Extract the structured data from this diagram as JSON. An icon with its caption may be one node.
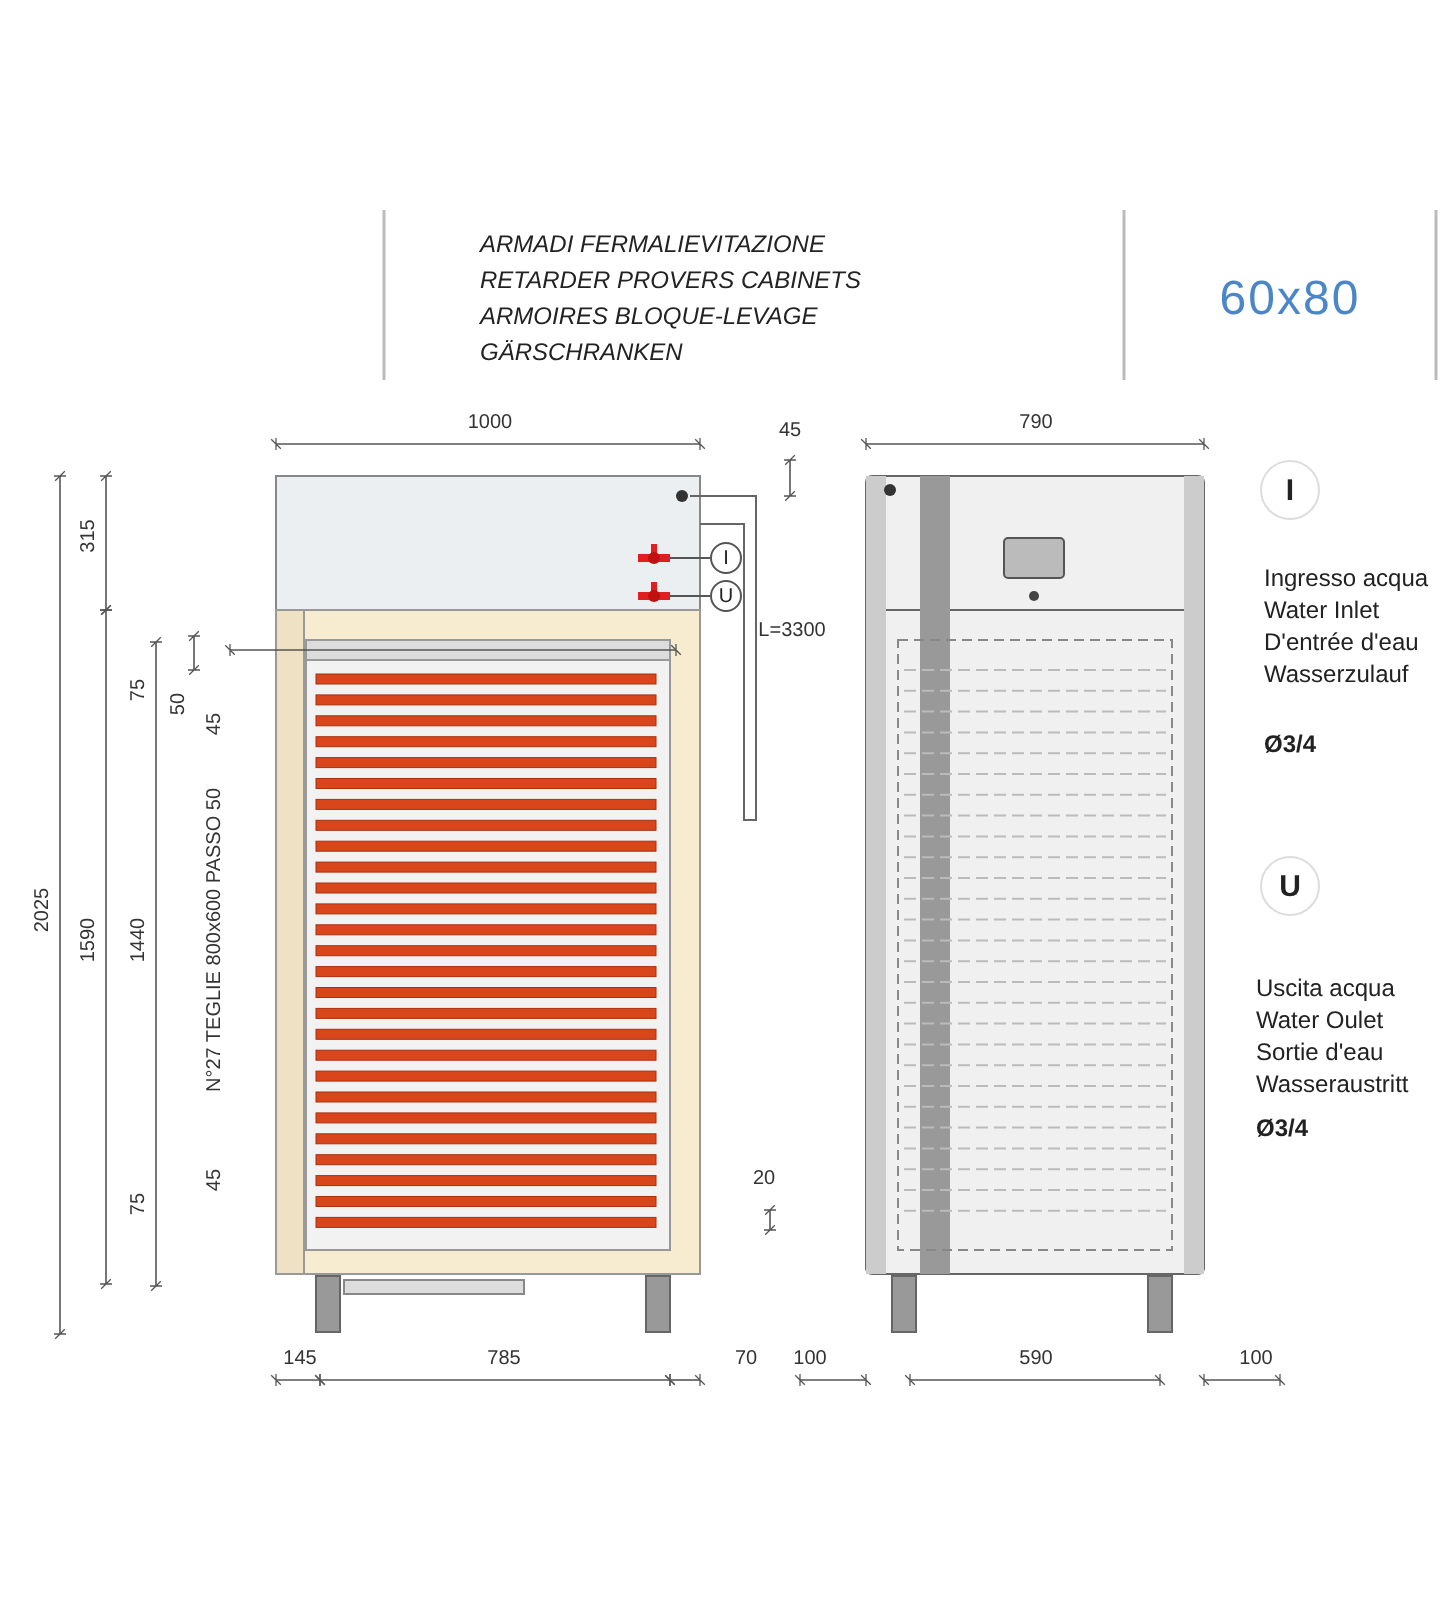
{
  "diagram": {
    "nodes": [
      {
        "text": [
          "I"
        ]
      },
      {
        "text": [],
        "shape": "picture"
      },
      {
        "text": [
          "U"
        ]
      },
      {
        "text": [],
        "shape": "picture"
      },
      {
        "text": [
          "I"
        ]
      },
      {
        "text": [
          "U"
        ]
      }
    ],
    "edges": [
      {
        "from": 0,
        "to": 1,
        "arrow": "none"
      },
      {
        "from": 2,
        "to": 3,
        "arrow": "none"
      }
    ],
    "labels": [
      "ARMADI FERMALIEVITAZIONE",
      "RETARDER PROVERS CABINETS",
      "ARMOIRES BLOQUE-LEVAGE",
      "GÄRSCHRANKEN",
      "60x80",
      "1000",
      "45",
      "790",
      "315",
      "L=3300",
      "75",
      "50",
      "45",
      "2025",
      "1590",
      "1440",
      "N°27 TEGLIE 800x600 PASSO 50",
      "45",
      "75",
      "20",
      "145",
      "785",
      "70",
      "100",
      "590",
      "100",
      "Ingresso acqua",
      "Water Inlet",
      "D'entrée d'eau",
      "Wasserzulauf",
      "Ø3/4",
      "Uscita acqua",
      "Water Oulet",
      "Sortie d'eau",
      "Wasseraustritt",
      "Ø3/4"
    ]
  }
}
